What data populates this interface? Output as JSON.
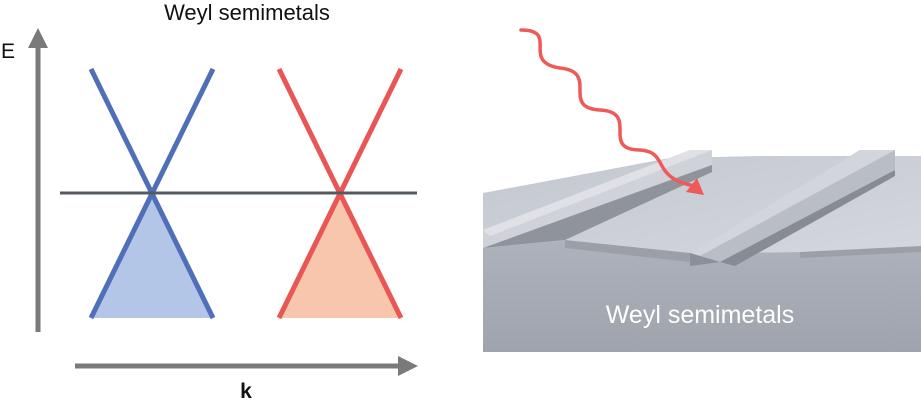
{
  "left_panel": {
    "title": "Weyl semimetals",
    "y_axis_label": "E",
    "x_axis_label": "k"
  },
  "right_panel": {
    "slab_label": "Weyl semimetals"
  },
  "colors": {
    "axis": "#7a7a7a",
    "fermi_line": "#555a60",
    "blue_cone": "#4f6fb8",
    "blue_fill": "#b4c6e7",
    "red_cone": "#e85656",
    "red_fill": "#f8c6ad",
    "light_wave": "#ee5a58"
  }
}
